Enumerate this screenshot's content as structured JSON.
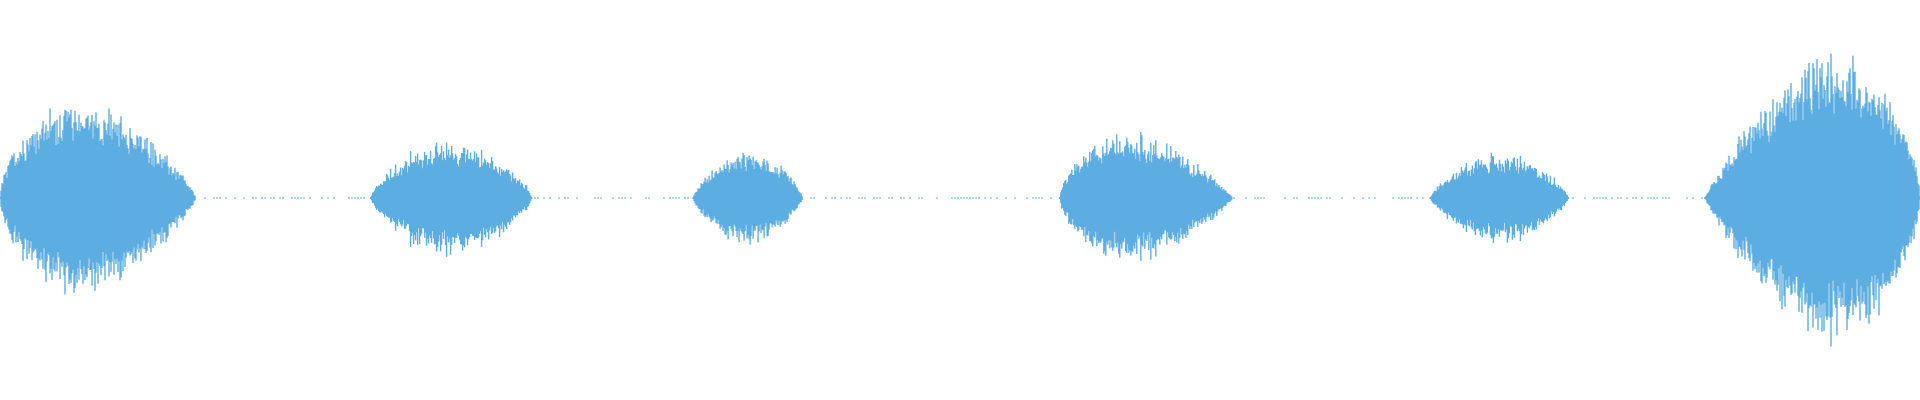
{
  "waveform": {
    "color": "#5dade2",
    "background": "#ffffff",
    "segments": [
      {
        "start": 0.0,
        "end": 0.102,
        "amplitude": 0.55,
        "shape": "front-heavy"
      },
      {
        "start": 0.193,
        "end": 0.277,
        "amplitude": 0.32,
        "shape": "rounded"
      },
      {
        "start": 0.361,
        "end": 0.418,
        "amplitude": 0.26,
        "shape": "rounded"
      },
      {
        "start": 0.552,
        "end": 0.642,
        "amplitude": 0.36,
        "shape": "front-heavy"
      },
      {
        "start": 0.745,
        "end": 0.817,
        "amplitude": 0.25,
        "shape": "rounded"
      },
      {
        "start": 0.888,
        "end": 1.0,
        "amplitude": 0.82,
        "shape": "back-heavy"
      }
    ],
    "silence_level": 0.012
  }
}
